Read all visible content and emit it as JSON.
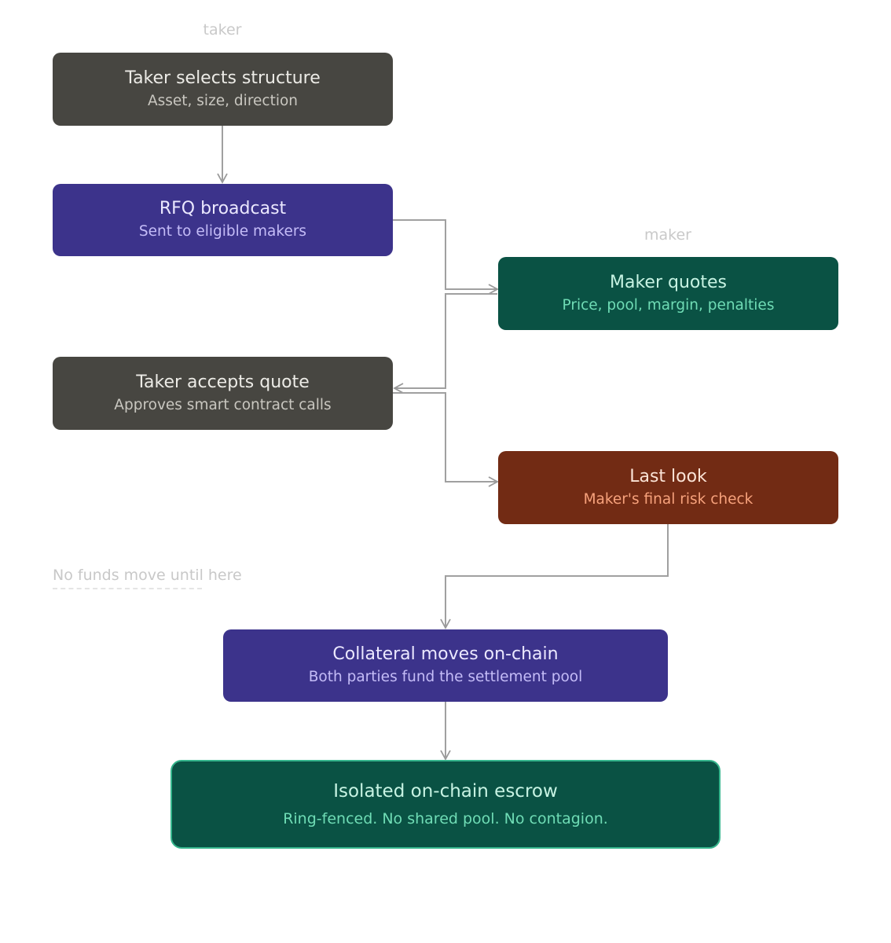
{
  "lanes": {
    "taker": "taker",
    "maker": "maker"
  },
  "note": "No funds move until here",
  "nodes": {
    "select": {
      "title": "Taker selects structure",
      "subtitle": "Asset, size, direction"
    },
    "rfq": {
      "title": "RFQ broadcast",
      "subtitle": "Sent to eligible makers"
    },
    "quotes": {
      "title": "Maker quotes",
      "subtitle": "Price, pool, margin, penalties"
    },
    "accept": {
      "title": "Taker accepts quote",
      "subtitle": "Approves smart contract calls"
    },
    "lastlook": {
      "title": "Last look",
      "subtitle": "Maker's final risk check"
    },
    "collateral": {
      "title": "Collateral moves on-chain",
      "subtitle": "Both parties fund the settlement pool"
    },
    "escrow": {
      "title": "Isolated on-chain escrow",
      "subtitle": "Ring-fenced. No shared pool. No contagion."
    }
  },
  "colors": {
    "gray": "#474641",
    "purple": "#3c338b",
    "green": "#0a5244",
    "rust": "#722b14",
    "escrow_border": "#35b58c",
    "edge": "#999999"
  }
}
